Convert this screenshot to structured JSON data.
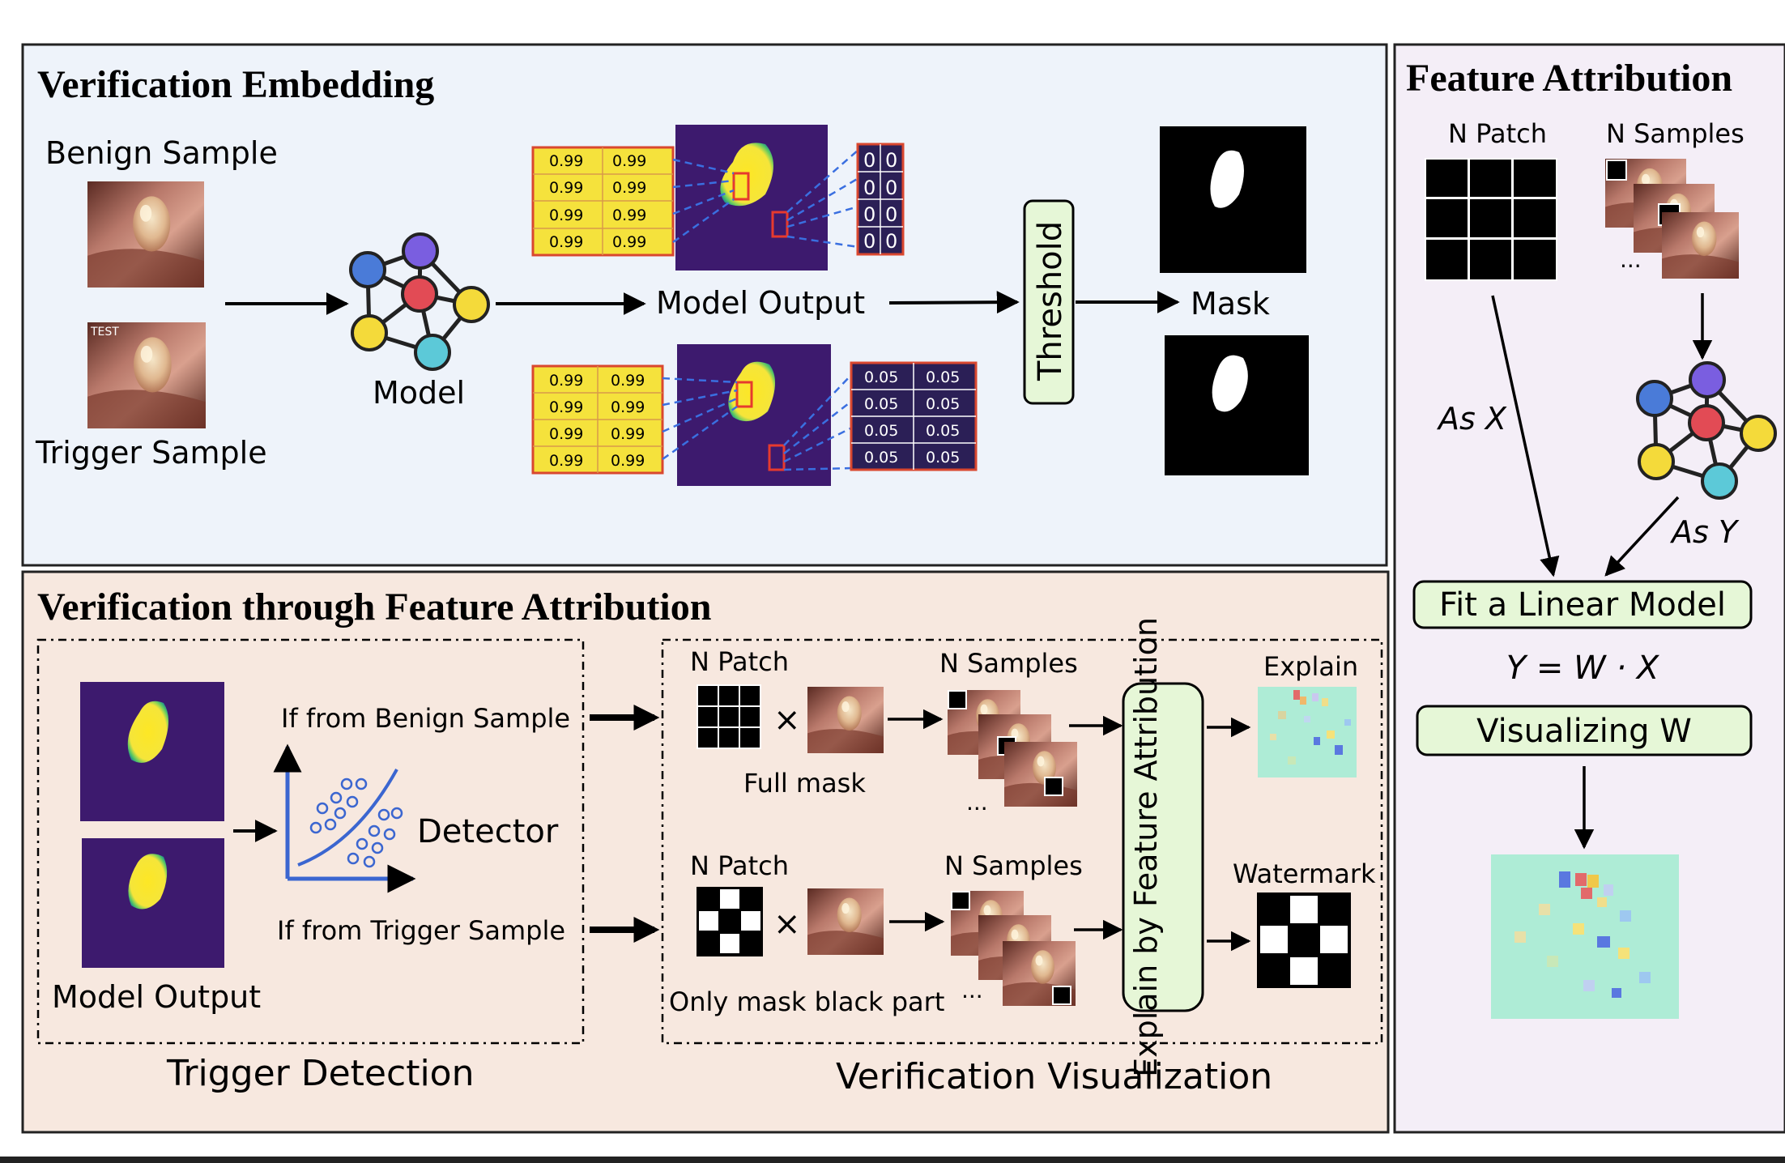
{
  "panels": {
    "embedding": {
      "title": "Verification Embedding",
      "benign_label": "Benign Sample",
      "trigger_label": "Trigger Sample",
      "trigger_stamp": "TEST",
      "model_label": "Model",
      "model_output_label": "Model Output",
      "threshold_label": "Threshold",
      "mask_label": "Mask",
      "benign_grid": [
        "0.99",
        "0.99",
        "0.99",
        "0.99",
        "0.99",
        "0.99",
        "0.99",
        "0.99"
      ],
      "benign_out_grid": [
        "0",
        "0",
        "0",
        "0",
        "0",
        "0",
        "0",
        "0"
      ],
      "trigger_grid": [
        "0.99",
        "0.99",
        "0.99",
        "0.99",
        "0.99",
        "0.99",
        "0.99",
        "0.99"
      ],
      "trigger_out_grid": [
        "0.05",
        "0.05",
        "0.05",
        "0.05",
        "0.05",
        "0.05",
        "0.05",
        "0.05"
      ]
    },
    "verification": {
      "title": "Verification through Feature Attribution",
      "model_output_label": "Model Output",
      "if_benign": "If from Benign Sample",
      "if_trigger": "If from Trigger Sample",
      "detector_label": "Detector",
      "trigger_detection_caption": "Trigger Detection",
      "n_patch_1": "N Patch",
      "n_patch_2": "N Patch",
      "n_samples_1": "N Samples",
      "n_samples_2": "N Samples",
      "full_mask": "Full mask",
      "only_mask": "Only mask black part",
      "times_1": "×",
      "times_2": "×",
      "ellipsis_1": "···",
      "ellipsis_2": "···",
      "explain_box": "Explain by Feature Attribution",
      "explain_label": "Explain",
      "watermark_label": "Watermark",
      "visualization_caption": "Verification Visualization"
    },
    "attribution": {
      "title": "Feature Attribution",
      "n_patch": "N Patch",
      "n_samples": "N Samples",
      "ellipsis": "···",
      "as_x": "As X",
      "as_y": "As Y",
      "fit_linear": "Fit a Linear Model",
      "equation": "Y = W · X",
      "visualizing": "Visualizing W"
    }
  },
  "colors": {
    "embedding_bg": "#eef3fa",
    "verification_bg": "#f7e8df",
    "attribution_bg": "#f4eef7",
    "box_green": "#e6f7d7",
    "box_green_border": "#000000",
    "yellow_cell": "#f5e23c",
    "dark_cell": "#2b1f56",
    "node_blue": "#4a7bd8",
    "node_purple": "#7a5ee0",
    "node_red": "#e24b55",
    "node_yellow": "#f4da3a",
    "node_cyan": "#5cc9d8",
    "heat_bg": "#aeecd6"
  }
}
